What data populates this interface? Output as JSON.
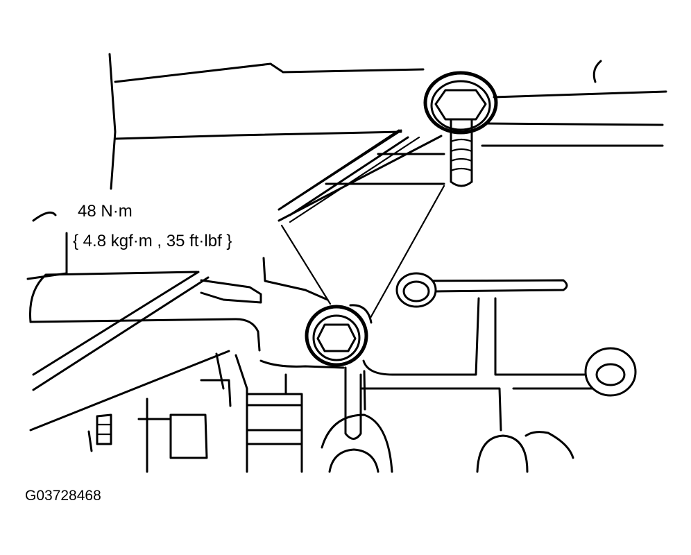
{
  "callout": {
    "torque_nm": "48 N·m",
    "torque_alt": "{ 4.8 kgf·m , 35 ft·lbf }"
  },
  "figure": {
    "code": "G03728468"
  }
}
